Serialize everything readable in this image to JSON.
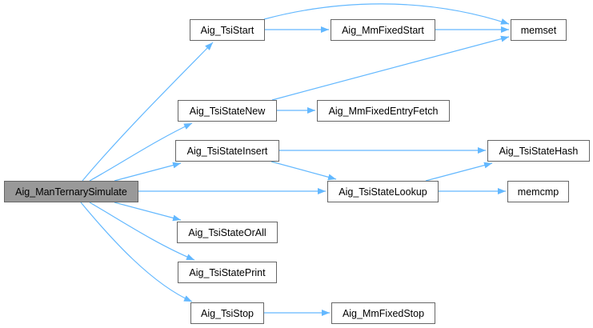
{
  "graph": {
    "nodes": {
      "root": "Aig_ManTernarySimulate",
      "tsiStart": "Aig_TsiStart",
      "mmFixedStart": "Aig_MmFixedStart",
      "memset": "memset",
      "tsiStateNew": "Aig_TsiStateNew",
      "mmFixedEntryFetch": "Aig_MmFixedEntryFetch",
      "tsiStateInsert": "Aig_TsiStateInsert",
      "tsiStateHash": "Aig_TsiStateHash",
      "tsiStateLookup": "Aig_TsiStateLookup",
      "memcmp": "memcmp",
      "tsiStateOrAll": "Aig_TsiStateOrAll",
      "tsiStatePrint": "Aig_TsiStatePrint",
      "tsiStop": "Aig_TsiStop",
      "mmFixedStop": "Aig_MmFixedStop"
    },
    "edges": [
      [
        "root",
        "tsiStart"
      ],
      [
        "root",
        "tsiStateNew"
      ],
      [
        "root",
        "tsiStateInsert"
      ],
      [
        "root",
        "tsiStateLookup"
      ],
      [
        "root",
        "tsiStateOrAll"
      ],
      [
        "root",
        "tsiStatePrint"
      ],
      [
        "root",
        "tsiStop"
      ],
      [
        "tsiStart",
        "memset"
      ],
      [
        "tsiStart",
        "mmFixedStart"
      ],
      [
        "mmFixedStart",
        "memset"
      ],
      [
        "tsiStateNew",
        "memset"
      ],
      [
        "tsiStateNew",
        "mmFixedEntryFetch"
      ],
      [
        "tsiStateInsert",
        "tsiStateHash"
      ],
      [
        "tsiStateInsert",
        "tsiStateLookup"
      ],
      [
        "tsiStateLookup",
        "tsiStateHash"
      ],
      [
        "tsiStateLookup",
        "memcmp"
      ],
      [
        "tsiStop",
        "mmFixedStop"
      ]
    ],
    "edge_color": "#63b8ff"
  }
}
